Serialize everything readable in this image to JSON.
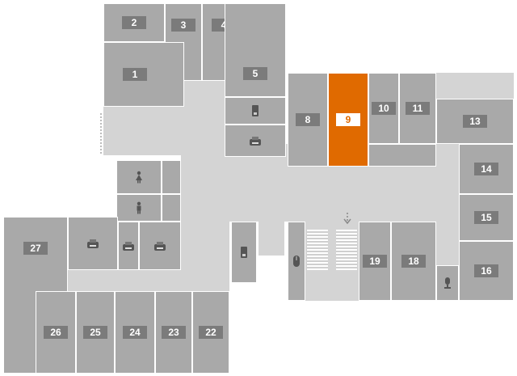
{
  "map": {
    "highlighted_room": "9",
    "colors": {
      "room": "#a9a9a9",
      "corridor": "#d4d4d4",
      "highlight": "#e06a00",
      "label_bg": "#7b7b7b"
    },
    "rooms": [
      "1",
      "2",
      "3",
      "4",
      "5",
      "8",
      "9",
      "10",
      "11",
      "13",
      "14",
      "15",
      "16",
      "18",
      "19",
      "22",
      "23",
      "24",
      "25",
      "26",
      "27"
    ],
    "icons": [
      "phone-icon",
      "printer-icon",
      "female-restroom-icon",
      "male-restroom-icon",
      "printer-icon",
      "printer-icon",
      "printer-icon",
      "phone-icon",
      "computer-mouse-icon",
      "microphone-icon",
      "arrow-down-icon"
    ]
  },
  "labels": {
    "r1": "1",
    "r2": "2",
    "r3": "3",
    "r4": "4",
    "r5": "5",
    "r8": "8",
    "r9": "9",
    "r10": "10",
    "r11": "11",
    "r13": "13",
    "r14": "14",
    "r15": "15",
    "r16": "16",
    "r18": "18",
    "r19": "19",
    "r22": "22",
    "r23": "23",
    "r24": "24",
    "r25": "25",
    "r26": "26",
    "r27": "27"
  }
}
